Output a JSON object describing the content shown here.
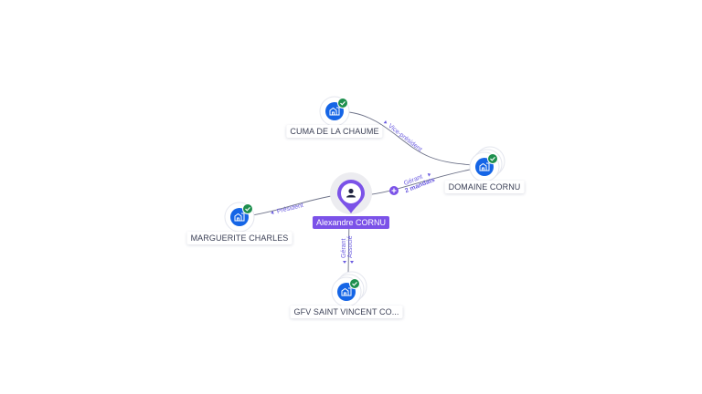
{
  "colors": {
    "company_blue": "#1565e6",
    "check_green": "#1e8f4e",
    "person_purple": "#7b52e8",
    "edge_gray": "#6e7389",
    "edge_label": "#6b5ce0",
    "label_text": "#3a3f55"
  },
  "center": {
    "name": "Alexandre CORNU",
    "icon": "person-icon",
    "type": "person"
  },
  "companies": [
    {
      "id": "cuma",
      "name": "CUMA DE LA CHAUME",
      "icon": "building-icon",
      "status": "verified-check-icon"
    },
    {
      "id": "domaine",
      "name": "DOMAINE CORNU",
      "icon": "building-icon",
      "status": "verified-check-icon"
    },
    {
      "id": "marguerite",
      "name": "MARGUERITE CHARLES",
      "icon": "building-icon",
      "status": "verified-check-icon"
    },
    {
      "id": "gfv",
      "name": "GFV SAINT VINCENT CO...",
      "icon": "building-icon",
      "status": "verified-check-icon"
    }
  ],
  "edges": [
    {
      "from": "cuma",
      "to": "domaine",
      "label": "Vice-président"
    },
    {
      "from": "center",
      "to": "domaine",
      "label_line1": "Gérant",
      "label_line2": "2 mandats",
      "expand_icon": "plus-icon"
    },
    {
      "from": "center",
      "to": "marguerite",
      "label": "Président"
    },
    {
      "from": "center",
      "to": "gfv",
      "label_line1": "Gérant",
      "label_line2": "Associé"
    }
  ]
}
